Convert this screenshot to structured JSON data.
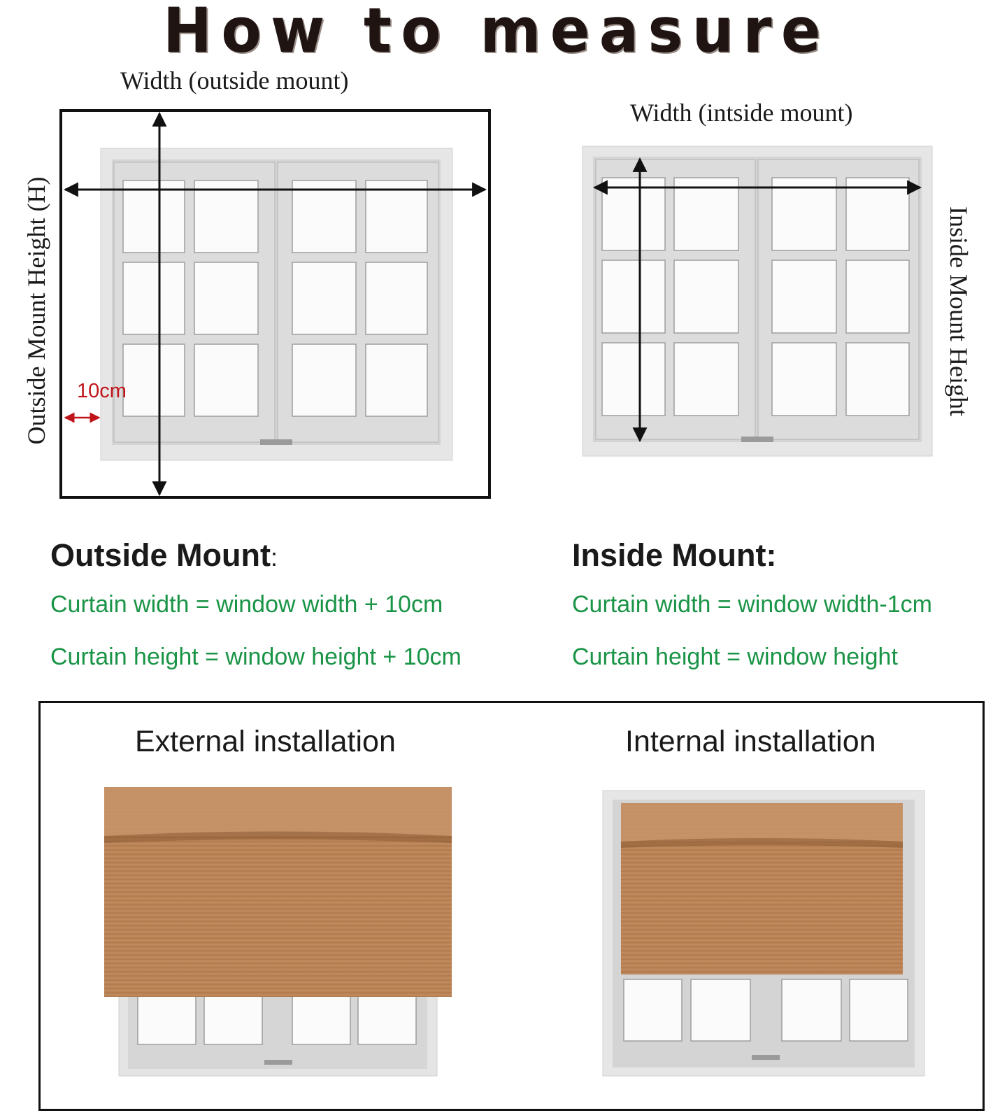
{
  "title": "How to measure",
  "labels": {
    "outside_width": "Width (outside mount)",
    "inside_width": "Width (intside mount)",
    "outside_height": "Outside Mount Height  (H)",
    "inside_height": "Inside Mount Height",
    "margin": "10cm"
  },
  "outside": {
    "heading": "Outside Mount",
    "colon": ":",
    "formula_width": "Curtain width = window width + 10cm",
    "formula_height": "Curtain height = window height + 10cm"
  },
  "inside": {
    "heading": "Inside Mount:",
    "formula_width": "Curtain width = window width-1cm",
    "formula_height": "Curtain height = window height"
  },
  "installation": {
    "external": "External installation",
    "internal": "Internal installation"
  },
  "colors": {
    "formula_green": "#1a9446",
    "margin_red": "#c0141a",
    "blind_wood": "#b98256"
  }
}
